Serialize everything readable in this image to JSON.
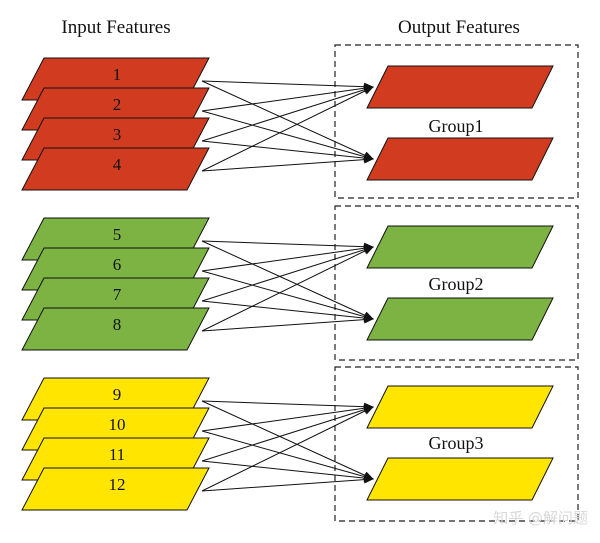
{
  "headers": {
    "input": "Input Features",
    "output": "Output Features"
  },
  "groups": [
    {
      "label": "Group1",
      "color": "#d13b1f",
      "inputs": [
        "1",
        "2",
        "3",
        "4"
      ]
    },
    {
      "label": "Group2",
      "color": "#7cb342",
      "inputs": [
        "5",
        "6",
        "7",
        "8"
      ]
    },
    {
      "label": "Group3",
      "color": "#ffe500",
      "inputs": [
        "9",
        "10",
        "11",
        "12"
      ]
    }
  ],
  "watermark": "知乎 @解问题",
  "colors": {
    "stroke": "#111111",
    "box_border": "#222222"
  }
}
